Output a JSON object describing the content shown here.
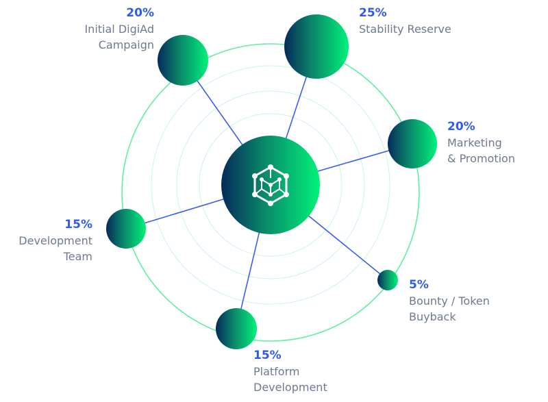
{
  "title": "Token Distribution",
  "center_icon": "hexagon-network-icon",
  "colors": {
    "gradient_start": "#062a5a",
    "gradient_end": "#00f27a",
    "line": "#3a5cf0",
    "ring": "#5ef0a0",
    "percent": "#2f5bea",
    "label": "#6d7a8f"
  },
  "segments": [
    {
      "id": "initial-digiad",
      "percent": "20%",
      "label_lines": [
        "Initial DigiAd",
        "Campaign"
      ]
    },
    {
      "id": "stability-reserve",
      "percent": "25%",
      "label_lines": [
        "Stability Reserve"
      ]
    },
    {
      "id": "marketing",
      "percent": "20%",
      "label_lines": [
        "Marketing",
        "& Promotion"
      ]
    },
    {
      "id": "bounty",
      "percent": "5%",
      "label_lines": [
        "Bounty / Token",
        "Buyback"
      ]
    },
    {
      "id": "platform",
      "percent": "15%",
      "label_lines": [
        "Platform",
        "Development"
      ]
    },
    {
      "id": "dev-team",
      "percent": "15%",
      "label_lines": [
        "Development",
        "Team"
      ]
    }
  ]
}
